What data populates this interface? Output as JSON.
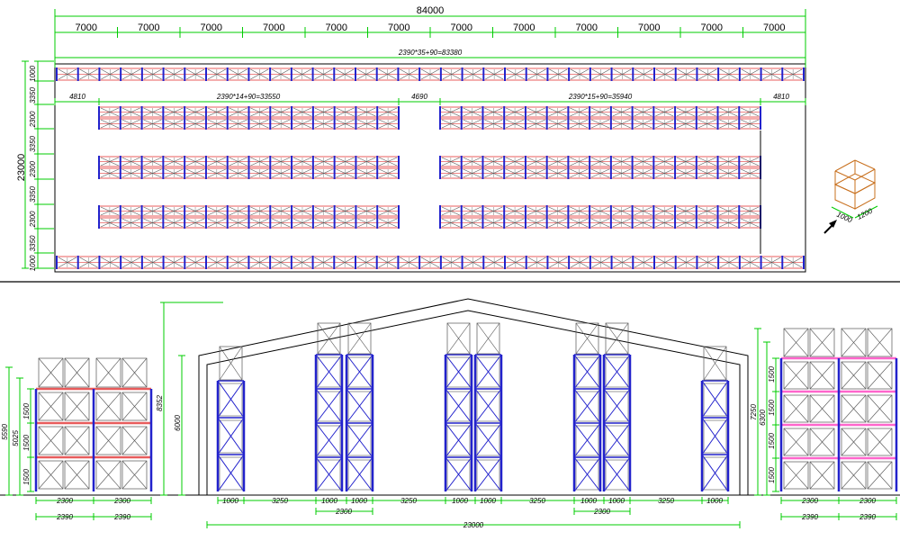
{
  "colors": {
    "dimension": "#00cc00",
    "upright": "#2222cc",
    "beam": "#e85c5c",
    "beam_elev": "#ff66cc",
    "box": "#555555",
    "wall": "#000000",
    "pallet_box": "#c8701e"
  },
  "plan": {
    "total_length": "84000",
    "bay_widths": [
      "7000",
      "7000",
      "7000",
      "7000",
      "7000",
      "7000",
      "7000",
      "7000",
      "7000",
      "7000",
      "7000",
      "7000"
    ],
    "top_row_formula": "2390*35+90=83380",
    "left_group_formula": "2390*14+90=33550",
    "right_group_formula": "2390*15+90=35940",
    "left_margin": "4810",
    "middle_gap": "4690",
    "right_margin": "4810",
    "total_width": "23000",
    "row_dims": [
      "1000",
      "3350",
      "2300",
      "3350",
      "2300",
      "3350",
      "2300",
      "3350",
      "1000"
    ],
    "top_row_bays": 35,
    "left_group_bays": 14,
    "right_group_bays": 15
  },
  "pallet": {
    "depth": "1000",
    "width": "1200"
  },
  "left_elevation": {
    "level_dims": [
      "1500",
      "1500",
      "1500"
    ],
    "height_dims": [
      "5025",
      "5590"
    ],
    "bay_dims": [
      "2300",
      "2300"
    ],
    "pitch_dims": [
      "2390",
      "2390"
    ]
  },
  "section": {
    "clear_height": "8352",
    "eave_height": "6000",
    "depth_dims": [
      "1000",
      "3250",
      "1000",
      "1000",
      "3250",
      "1000",
      "1000",
      "3250",
      "1000",
      "1000",
      "3250",
      "1000"
    ],
    "pair_dims": [
      "2300",
      "2300"
    ],
    "total_width": "23000"
  },
  "right_elevation": {
    "level_dims": [
      "1500",
      "1500",
      "1500",
      "1500"
    ],
    "height_dims": [
      "6300",
      "7250"
    ],
    "bay_dims": [
      "2300",
      "2300"
    ],
    "pitch_dims": [
      "2390",
      "2390"
    ]
  }
}
